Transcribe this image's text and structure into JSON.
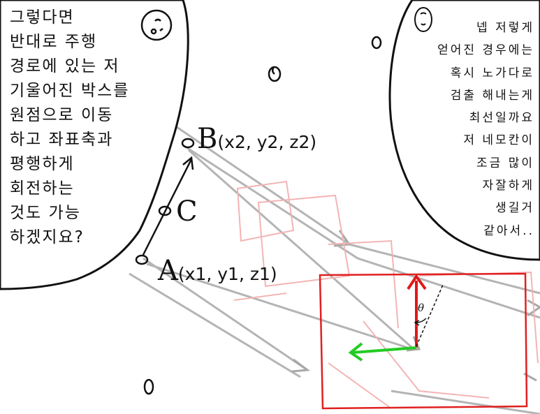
{
  "left_bubble": {
    "lines": [
      "그렇다면",
      "반대로 주행",
      "경로에 있는 저",
      "기울어진 박스를",
      "원점으로 이동",
      "하고 좌표축과",
      "평행하게",
      "회전하는",
      "것도 가능",
      "하겠지요?"
    ]
  },
  "right_bubble": {
    "lines": [
      "넵 저렇게",
      "얻어진 경우에는",
      "혹시 노가다로",
      "검출 해내는게",
      "최선일까요",
      "저 네모칸이",
      "조금 많이",
      "자잘하게",
      "생길거",
      "같아서.."
    ]
  },
  "points": {
    "B": {
      "letter": "B",
      "coords": "(x2, y2, z2)"
    },
    "C": {
      "letter": "C"
    },
    "A": {
      "letter": "A",
      "coords": "(x1, y1, z1)"
    }
  },
  "angle_label": "θ",
  "colors": {
    "box": "#e02020",
    "box_faint": "#f0a0a0",
    "path": "#b0b0b0",
    "axis_y": "#e01818",
    "axis_x": "#22cc22"
  }
}
